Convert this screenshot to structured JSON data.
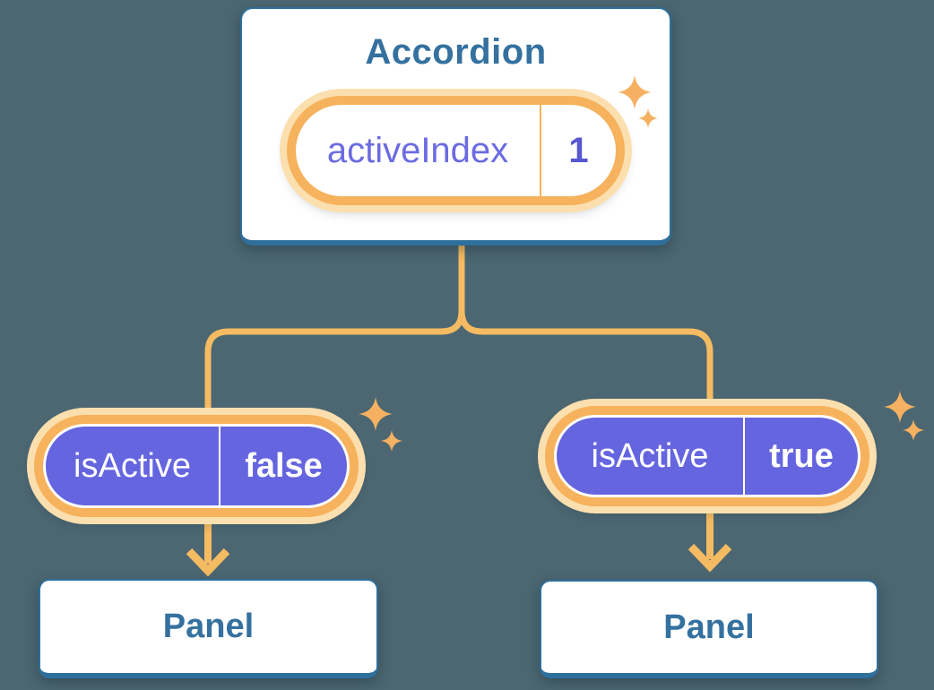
{
  "diagram": {
    "background_color": "#4c6771",
    "accent_orange": "#f6b25c",
    "glow_color": "#fcdfae",
    "accent_purple": "#6565e0",
    "accent_blue": "#2e6f9c",
    "text_blue": "#35719f",
    "accordion": {
      "title": "Accordion",
      "state_pill": {
        "label": "activeIndex",
        "value": "1"
      }
    },
    "children": [
      {
        "prop_pill": {
          "label": "isActive",
          "value": "false"
        },
        "panel": {
          "label": "Panel"
        }
      },
      {
        "prop_pill": {
          "label": "isActive",
          "value": "true"
        },
        "panel": {
          "label": "Panel"
        }
      }
    ]
  }
}
